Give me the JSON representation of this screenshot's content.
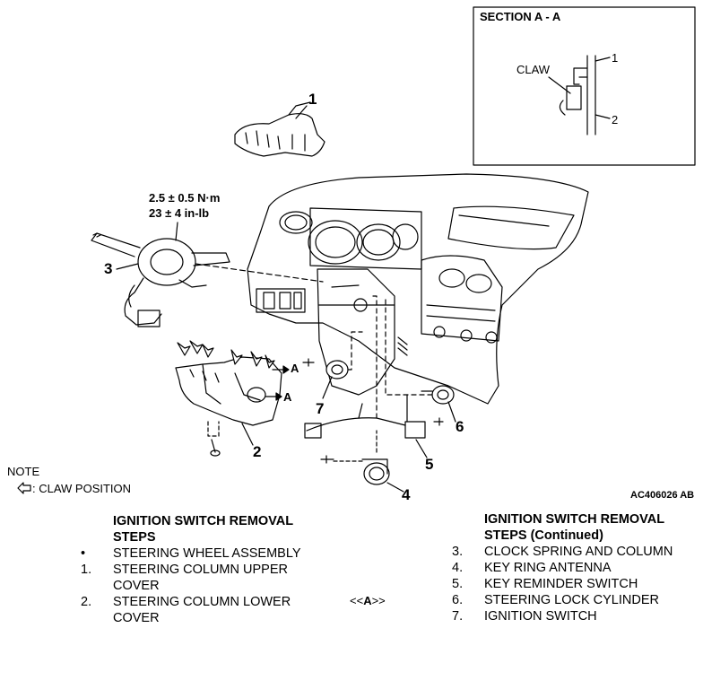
{
  "section": {
    "title": "SECTION A - A",
    "claw_label": "CLAW",
    "label_1": "1",
    "label_2": "2"
  },
  "callouts": {
    "c1": "1",
    "c2": "2",
    "c3": "3",
    "c4": "4",
    "c5": "5",
    "c6": "6",
    "c7": "7",
    "a_upper": "A",
    "a_lower": "A"
  },
  "torque": {
    "line1": "2.5 ± 0.5 N·m",
    "line2": "23 ± 4 in-lb"
  },
  "note": {
    "title": "NOTE",
    "legend": ": CLAW POSITION"
  },
  "figure_code": "AC406026 AB",
  "left_steps": {
    "heading_1": "IGNITION SWITCH REMOVAL",
    "heading_2": "STEPS",
    "items": [
      {
        "num": "•",
        "line1": "STEERING WHEEL ASSEMBLY",
        "line2": ""
      },
      {
        "num": "1.",
        "line1": "STEERING COLUMN UPPER",
        "line2": "COVER"
      },
      {
        "num": "2.",
        "line1": "STEERING COLUMN LOWER",
        "line2": "COVER"
      }
    ]
  },
  "ref_mark": {
    "open": "<<",
    "letter": "A",
    "close": ">>"
  },
  "right_steps": {
    "heading_1": "IGNITION SWITCH REMOVAL",
    "heading_2": "STEPS (Continued)",
    "items": [
      {
        "num": "3.",
        "line1": "CLOCK SPRING AND COLUMN"
      },
      {
        "num": "4.",
        "line1": "KEY RING ANTENNA"
      },
      {
        "num": "5.",
        "line1": "KEY REMINDER SWITCH"
      },
      {
        "num": "6.",
        "line1": "STEERING LOCK CYLINDER"
      },
      {
        "num": "7.",
        "line1": "IGNITION SWITCH"
      }
    ]
  }
}
